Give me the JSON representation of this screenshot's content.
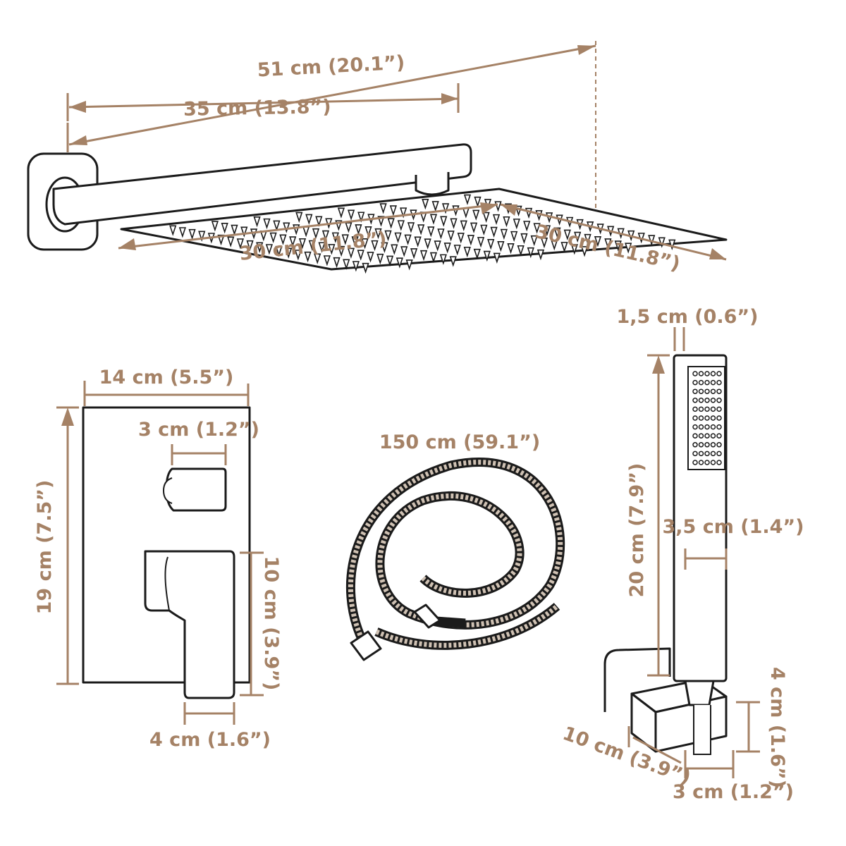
{
  "colors": {
    "dimension": "#a58266",
    "outline": "#1b1b1b",
    "background": "#ffffff"
  },
  "shower_arm": {
    "overall_length": "51 cm (20.1”)",
    "arm_length": "35 cm (13.8”)"
  },
  "shower_head": {
    "width": "30 cm (11.8”)",
    "depth": "30 cm (11.8”)"
  },
  "valve_plate": {
    "width": "14 cm (5.5”)",
    "height": "19 cm (7.5”)",
    "knob_width": "3 cm (1.2”)",
    "handle_height": "10 cm (3.9”)",
    "handle_width": "4 cm (1.6”)"
  },
  "hose": {
    "length": "150 cm (59.1”)"
  },
  "hand_shower": {
    "thickness": "1,5 cm (0.6”)",
    "length": "20 cm (7.9”)",
    "width": "3,5 cm (1.4”)"
  },
  "holder": {
    "height": "4 cm (1.6”)",
    "depth": "10 cm (3.9”)",
    "width": "3 cm (1.2”)"
  }
}
